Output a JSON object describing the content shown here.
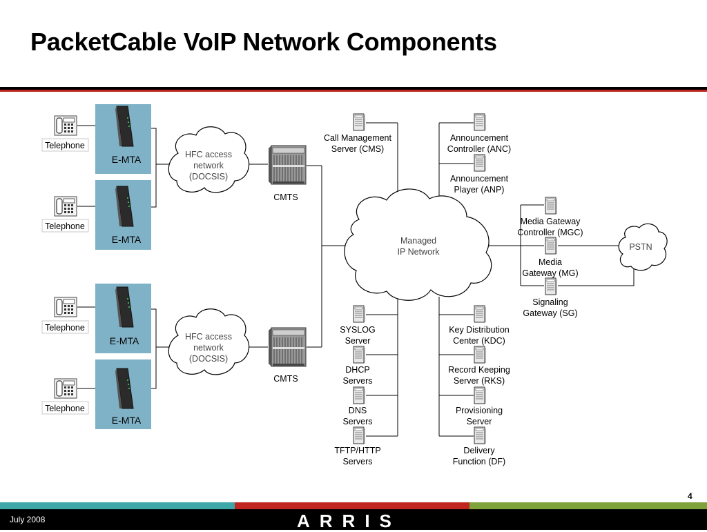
{
  "slide": {
    "title": "PacketCable VoIP Network Components",
    "page_number": "4",
    "date": "July 2008",
    "logo_text": "ARRIS"
  },
  "colors": {
    "accent_red": "#c0261f",
    "emta_tile": "#7fb2c6",
    "footer_teal": "#3fa7a8",
    "footer_green": "#7fa23a"
  },
  "diagram": {
    "telephone_label": "Telephone",
    "emta_label": "E-MTA",
    "hfc_label": [
      "HFC access",
      "network",
      "(DOCSIS)"
    ],
    "cmts_label": "CMTS",
    "managed_network": [
      "Managed",
      "IP Network"
    ],
    "pstn": "PSTN",
    "servers": {
      "cms": [
        "Call Management",
        "Server (CMS)"
      ],
      "anc": [
        "Announcement",
        "Controller (ANC)"
      ],
      "anp": [
        "Announcement",
        "Player (ANP)"
      ],
      "mgc": [
        "Media Gateway",
        "Controller (MGC)"
      ],
      "mg": [
        "Media",
        "Gateway (MG)"
      ],
      "sg": [
        "Signaling",
        "Gateway (SG)"
      ],
      "syslog": [
        "SYSLOG",
        "Server"
      ],
      "dhcp": [
        "DHCP",
        "Servers"
      ],
      "dns": [
        "DNS",
        "Servers"
      ],
      "tftp": [
        "TFTP/HTTP",
        "Servers"
      ],
      "kdc": [
        "Key Distribution",
        "Center (KDC)"
      ],
      "rks": [
        "Record Keeping",
        "Server (RKS)"
      ],
      "prov": [
        "Provisioning",
        "Server"
      ],
      "df": [
        "Delivery",
        "Function (DF)"
      ]
    }
  }
}
